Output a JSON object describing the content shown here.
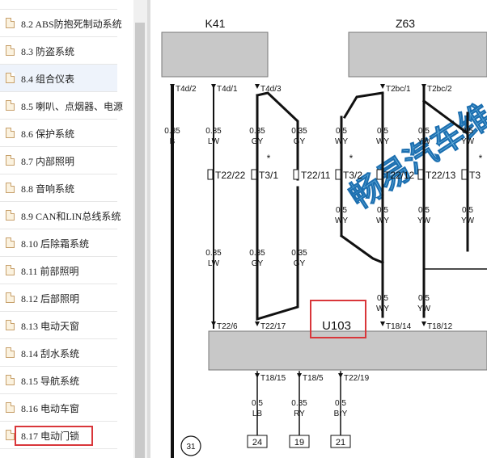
{
  "sidebar": {
    "items": [
      {
        "label": "8.2 ABS防抱死制动系统"
      },
      {
        "label": "8.3 防盗系统"
      },
      {
        "label": "8.4 组合仪表"
      },
      {
        "label": "8.5 喇叭、点烟器、电源"
      },
      {
        "label": "8.6 保护系统"
      },
      {
        "label": "8.7 内部照明"
      },
      {
        "label": "8.8 音响系统"
      },
      {
        "label": "8.9 CAN和LIN总线系统"
      },
      {
        "label": "8.10 后除霜系统"
      },
      {
        "label": "8.11 前部照明"
      },
      {
        "label": "8.12 后部照明"
      },
      {
        "label": "8.13 电动天窗"
      },
      {
        "label": "8.14 刮水系统"
      },
      {
        "label": "8.15 导航系统"
      },
      {
        "label": "8.16 电动车窗"
      },
      {
        "label": "8.17 电动门锁"
      }
    ],
    "selected_index": 2,
    "highlight_index": 15
  },
  "schematic": {
    "components": {
      "k41": "K41",
      "z63": "Z63",
      "u103": "U103"
    },
    "pins_top": [
      "T4d/2",
      "T4d/1",
      "T4d/3",
      "T2bc/1",
      "T2bc/2"
    ],
    "wires_upper": [
      {
        "gauge": "0.35",
        "color": "B"
      },
      {
        "gauge": "0.35",
        "color": "LW"
      },
      {
        "gauge": "0.35",
        "color": "GY"
      },
      {
        "gauge": "0.35",
        "color": "GY"
      },
      {
        "gauge": "0.5",
        "color": "WY"
      },
      {
        "gauge": "0.5",
        "color": "WY"
      },
      {
        "gauge": "0.5",
        "color": "YW"
      },
      {
        "gauge": "0.5",
        "color": "YW"
      }
    ],
    "asterisk": "*",
    "connectors_mid": [
      "T22/22",
      "T3/1",
      "T22/11",
      "T3/2",
      "T22/12",
      "T22/13",
      "T3"
    ],
    "wires_middle": [
      {
        "gauge": "0.35",
        "color": "LW"
      },
      {
        "gauge": "0.35",
        "color": "GY"
      },
      {
        "gauge": "0.35",
        "color": "GY"
      },
      {
        "gauge": "0.5",
        "color": "WY"
      },
      {
        "gauge": "0.5",
        "color": "WY"
      },
      {
        "gauge": "0.5",
        "color": "YW"
      },
      {
        "gauge": "0.5",
        "color": "YW"
      }
    ],
    "wires_lower": [
      {
        "gauge": "0.5",
        "color": "WY"
      },
      {
        "gauge": "0.5",
        "color": "YW"
      }
    ],
    "pins_module_top": [
      "T22/6",
      "T22/17",
      "T18/14",
      "T18/12"
    ],
    "pins_module_bottom": [
      "T18/15",
      "T18/5",
      "T22/19"
    ],
    "wires_bottom": [
      {
        "gauge": "0.5",
        "color": "LB"
      },
      {
        "gauge": "0.35",
        "color": "RY"
      },
      {
        "gauge": "0.5",
        "color": "BrY"
      }
    ],
    "terminals": [
      "24",
      "19",
      "21"
    ],
    "ground": "31",
    "watermark": "畅易汽车维"
  }
}
